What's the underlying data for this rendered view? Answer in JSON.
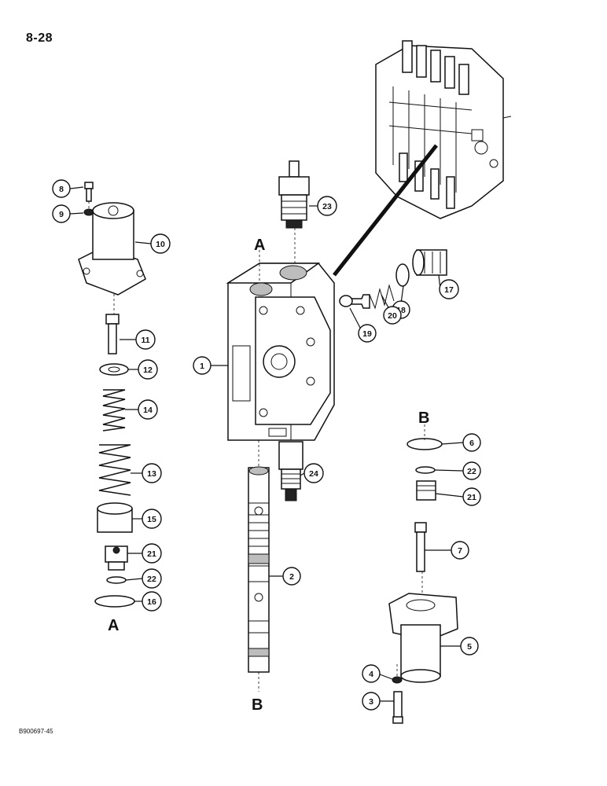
{
  "header": {
    "page_number": "8-28"
  },
  "footer": {
    "figure_id": "B900697-45"
  },
  "section_markers": {
    "a_top": "A",
    "a_bottom": "A",
    "b_right": "B",
    "b_bottom": "B"
  },
  "callouts": {
    "c1": "1",
    "c2": "2",
    "c3": "3",
    "c4": "4",
    "c5": "5",
    "c6": "6",
    "c7": "7",
    "c8": "8",
    "c9": "9",
    "c10": "10",
    "c11": "11",
    "c12": "12",
    "c13": "13",
    "c14": "14",
    "c15": "15",
    "c16": "16",
    "c17": "17",
    "c18": "18",
    "c19": "19",
    "c20": "20",
    "c21a": "21",
    "c21b": "21",
    "c22a": "22",
    "c22b": "22",
    "c23": "23",
    "c24": "24"
  }
}
